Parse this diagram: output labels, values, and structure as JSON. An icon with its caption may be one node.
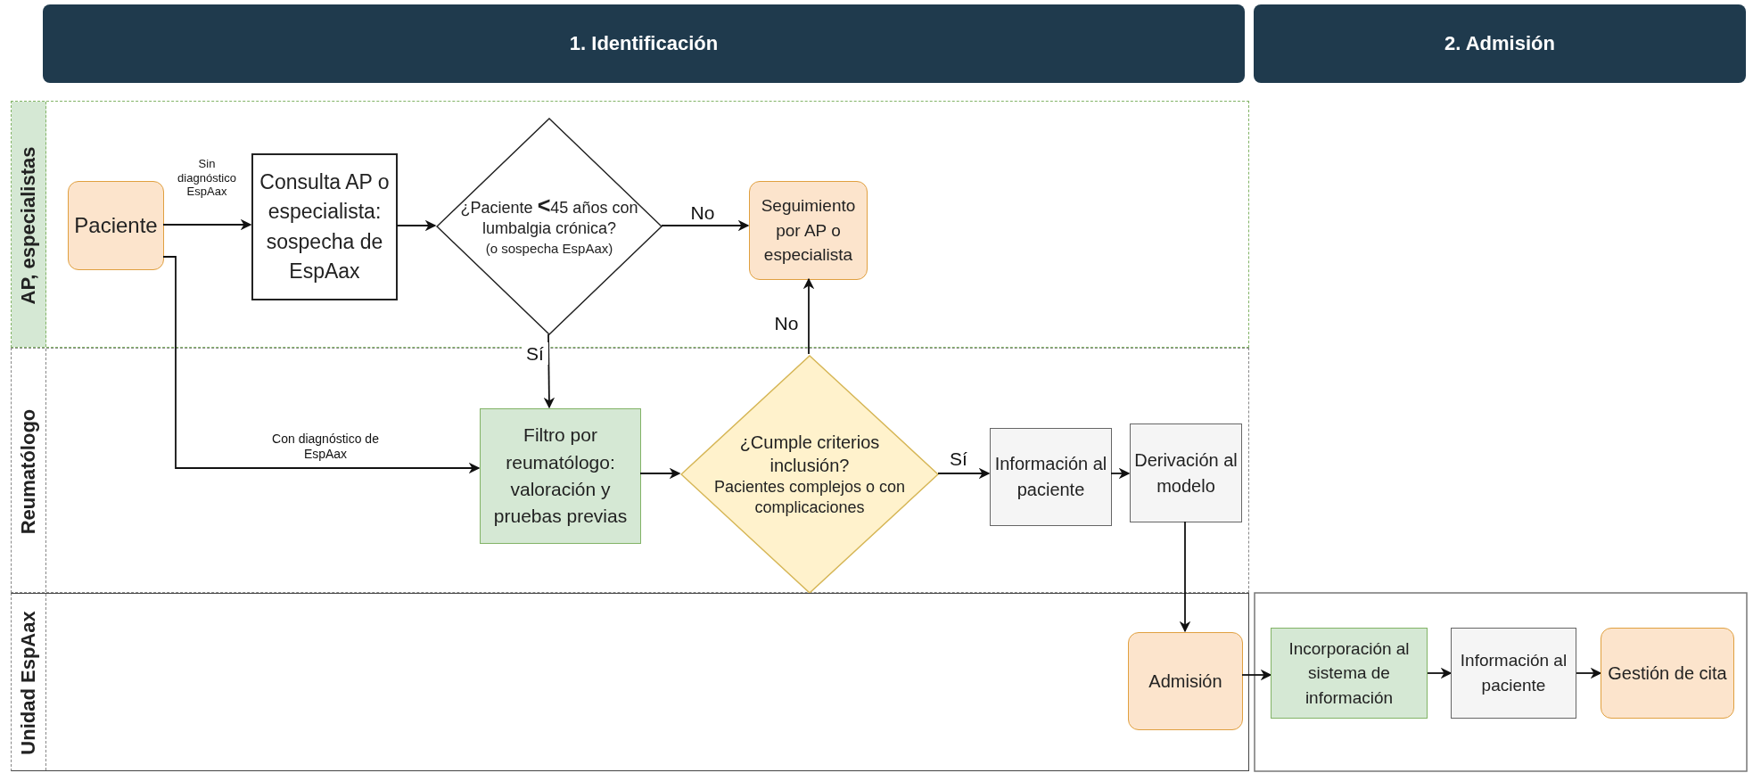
{
  "diagram": {
    "nodes": [
      {
        "text": [
          "1. Identificación"
        ]
      },
      {
        "text": [
          "2. Admisión"
        ]
      },
      {
        "text": [
          "AP, especialistas"
        ]
      },
      {
        "text": [
          "Paciente"
        ],
        "in": 2
      },
      {
        "text": [
          "Consulta AP o especialista: sospecha de EspAax"
        ],
        "in": 2
      },
      {
        "text": [
          "¿Paciente **<**45 años con lumbalgia crónica?",
          "(o sospecha EspAax)"
        ],
        "in": 2
      },
      {
        "text": [
          "Seguimiento por AP o especialista"
        ],
        "in": 2
      },
      {
        "text": [
          "Reumatólogo"
        ]
      },
      {
        "text": [
          "Filtro por reumatólogo: valoración y pruebas previas"
        ],
        "in": 7
      },
      {
        "text": [
          "¿Cumple criterios inclusión?",
          "Pacientes complejos o con complicaciones"
        ],
        "in": 7
      },
      {
        "text": [
          "Información al paciente"
        ],
        "in": 7
      },
      {
        "text": [
          "Derivación al modelo"
        ],
        "in": 7
      },
      {
        "text": [
          "Unidad EspAax"
        ]
      },
      {
        "text": [
          "Admisión"
        ],
        "in": 12
      },
      {
        "text": [
          "Incorporación al sistema de información"
        ]
      },
      {
        "text": [
          "Información al paciente"
        ]
      },
      {
        "text": [
          "Gestión de cita"
        ]
      }
    ],
    "edges": [
      {
        "from": 3,
        "to": 4,
        "arrow": "to",
        "label": "Sin diagnóstico EspAax"
      },
      {
        "from": 3,
        "to": 8,
        "arrow": "to",
        "label": "Con diagnóstico de EspAax"
      },
      {
        "from": 4,
        "to": 5,
        "arrow": "to"
      },
      {
        "from": 5,
        "to": 6,
        "arrow": "to",
        "label": "No"
      },
      {
        "from": 5,
        "to": 8,
        "arrow": "to",
        "label": "Sí"
      },
      {
        "from": 8,
        "to": 9,
        "arrow": "to"
      },
      {
        "from": 9,
        "to": 6,
        "arrow": "to",
        "label": "No"
      },
      {
        "from": 9,
        "to": 10,
        "arrow": "to",
        "label": "Sí"
      },
      {
        "from": 10,
        "to": 11,
        "arrow": "to"
      },
      {
        "from": 11,
        "to": 13,
        "arrow": "to"
      },
      {
        "from": 13,
        "to": 14,
        "arrow": "to"
      },
      {
        "from": 14,
        "to": 15,
        "arrow": "to"
      },
      {
        "from": 15,
        "to": 16,
        "arrow": "to"
      }
    ]
  }
}
